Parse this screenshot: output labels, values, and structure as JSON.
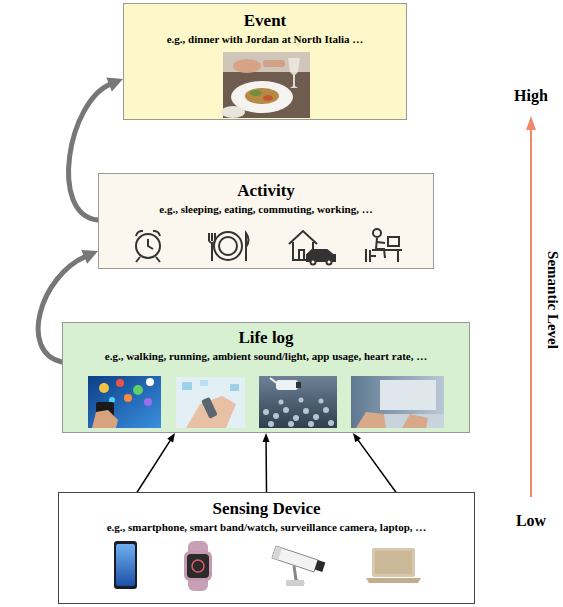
{
  "diagram": {
    "nodes": [
      {
        "text": [
          "Event",
          "e.g., dinner with Jordan at North Italia …"
        ]
      },
      {
        "text": [
          "Activity",
          "e.g., sleeping, eating, commuting, working, …"
        ]
      },
      {
        "text": [
          "Life log",
          "e.g., walking, running, ambient sound/light, app usage, heart rate, …"
        ]
      },
      {
        "text": [
          "Sensing Device",
          "e.g., smartphone, smart band/watch, surveillance camera, laptop, …"
        ]
      }
    ],
    "edges": [
      {
        "from": 2,
        "to": 1,
        "arrow": "to"
      },
      {
        "from": 1,
        "to": 0,
        "arrow": "to"
      },
      {
        "from": 3,
        "to": 2,
        "arrow": "to"
      },
      {
        "from": 3,
        "to": 2,
        "arrow": "to"
      },
      {
        "from": 3,
        "to": 2,
        "arrow": "to"
      }
    ],
    "labels": [
      "High",
      "Semantic Level",
      "Low"
    ]
  }
}
